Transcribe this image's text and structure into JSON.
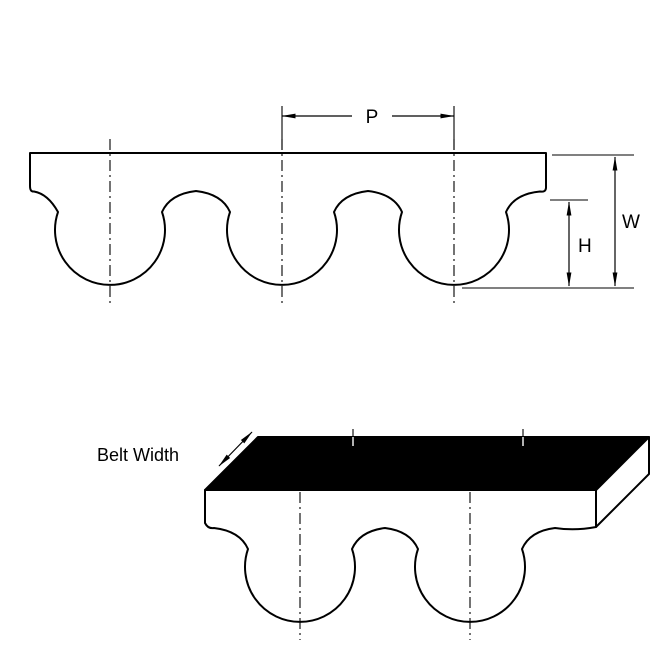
{
  "diagram": {
    "type": "timing-belt-tooth-profile-drawing",
    "labels": {
      "pitch": "P",
      "belt_thickness": "W",
      "tooth_height": "H",
      "belt_width": "Belt Width"
    },
    "colors": {
      "line": "#000000",
      "top_face_fill": "#000000",
      "belt_fill": "#ffffff",
      "background": "#ffffff"
    }
  }
}
